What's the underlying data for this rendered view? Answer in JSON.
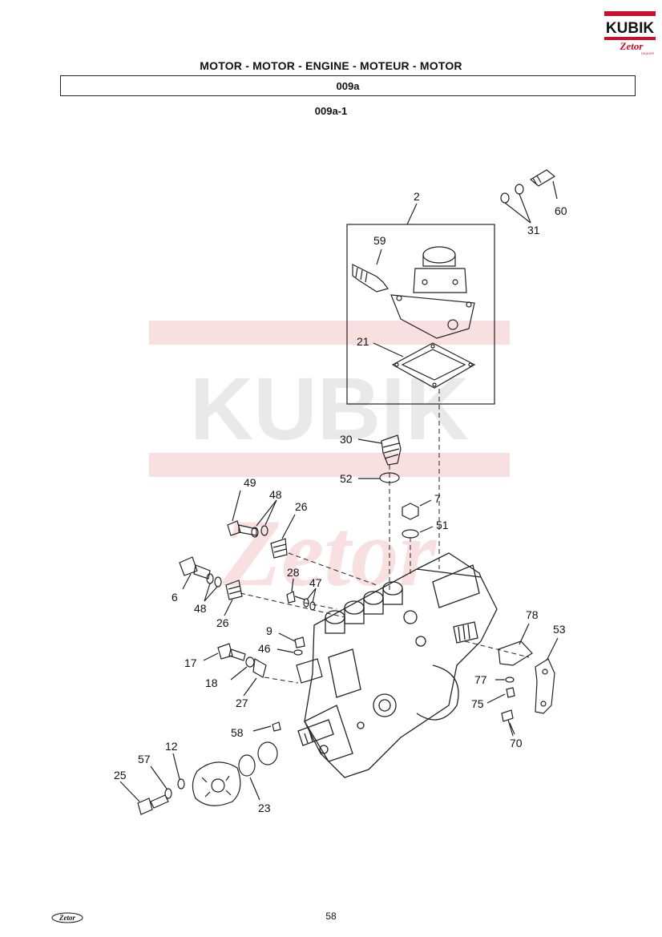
{
  "header": {
    "title": "MOTOR - MOTOR - ENGINE - MOTEUR - MOTOR",
    "section_code": "009a",
    "subsection_code": "009a-1"
  },
  "logo": {
    "brand_text": "KUBIK",
    "sub_text": "Zetor",
    "dealer_text": "DEALER",
    "primary_color": "#c8102e"
  },
  "watermark": {
    "text_top": "KUBIK",
    "text_bottom": "Zetor"
  },
  "footer": {
    "logo_text": "Zetor",
    "page_number": "58"
  },
  "callouts": {
    "c2": "2",
    "c59": "59",
    "c21": "21",
    "c60": "60",
    "c31": "31",
    "c30": "30",
    "c52": "52",
    "c7": "7",
    "c51": "51",
    "c49": "49",
    "c48a": "48",
    "c26a": "26",
    "c6": "6",
    "c48b": "48",
    "c26b": "26",
    "c28": "28",
    "c47": "47",
    "c9": "9",
    "c46": "46",
    "c17": "17",
    "c18": "18",
    "c27": "27",
    "c58": "58",
    "c12": "12",
    "c57": "57",
    "c25": "25",
    "c23": "23",
    "c78": "78",
    "c53": "53",
    "c77": "77",
    "c75": "75",
    "c70": "70"
  }
}
